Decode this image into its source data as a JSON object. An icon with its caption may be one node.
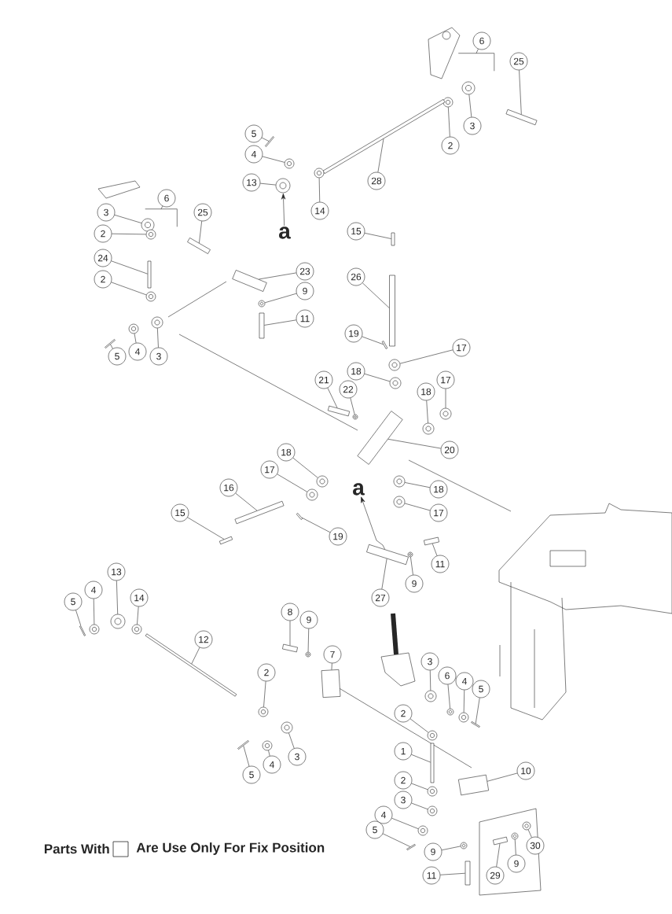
{
  "diagram": {
    "nodes": [
      {
        "text": [
          "6"
        ]
      },
      {
        "text": [
          "25"
        ]
      },
      {
        "text": [
          "3"
        ]
      },
      {
        "text": [
          "2"
        ]
      },
      {
        "text": [
          "28"
        ]
      },
      {
        "text": [
          "5"
        ]
      },
      {
        "text": [
          "4"
        ]
      },
      {
        "text": [
          "13"
        ]
      },
      {
        "text": [
          "14"
        ]
      },
      {
        "text": [
          "6"
        ]
      },
      {
        "text": [
          "25"
        ]
      },
      {
        "text": [
          "3"
        ]
      },
      {
        "text": [
          "2"
        ]
      },
      {
        "text": [
          "24"
        ]
      },
      {
        "text": [
          "2"
        ]
      },
      {
        "text": [
          "5"
        ]
      },
      {
        "text": [
          "4"
        ]
      },
      {
        "text": [
          "3"
        ]
      },
      {
        "text": [
          "23"
        ]
      },
      {
        "text": [
          "9"
        ]
      },
      {
        "text": [
          "11"
        ]
      },
      {
        "text": [
          "15"
        ]
      },
      {
        "text": [
          "26"
        ]
      },
      {
        "text": [
          "19"
        ]
      },
      {
        "text": [
          "17"
        ]
      },
      {
        "text": [
          "18"
        ]
      },
      {
        "text": [
          "21"
        ]
      },
      {
        "text": [
          "22"
        ]
      },
      {
        "text": [
          "18"
        ]
      },
      {
        "text": [
          "17"
        ]
      },
      {
        "text": [
          "20"
        ]
      },
      {
        "text": [
          "18"
        ]
      },
      {
        "text": [
          "17"
        ]
      },
      {
        "text": [
          "16"
        ]
      },
      {
        "text": [
          "15"
        ]
      },
      {
        "text": [
          "19"
        ]
      },
      {
        "text": [
          "18"
        ]
      },
      {
        "text": [
          "17"
        ]
      },
      {
        "text": [
          "11"
        ]
      },
      {
        "text": [
          "9"
        ]
      },
      {
        "text": [
          "27"
        ]
      },
      {
        "text": [
          "5"
        ]
      },
      {
        "text": [
          "4"
        ]
      },
      {
        "text": [
          "13"
        ]
      },
      {
        "text": [
          "14"
        ]
      },
      {
        "text": [
          "12"
        ]
      },
      {
        "text": [
          "8"
        ]
      },
      {
        "text": [
          "9"
        ]
      },
      {
        "text": [
          "7"
        ]
      },
      {
        "text": [
          "2"
        ]
      },
      {
        "text": [
          "5"
        ]
      },
      {
        "text": [
          "4"
        ]
      },
      {
        "text": [
          "3"
        ]
      },
      {
        "text": [
          "3"
        ]
      },
      {
        "text": [
          "6"
        ]
      },
      {
        "text": [
          "4"
        ]
      },
      {
        "text": [
          "5"
        ]
      },
      {
        "text": [
          "2"
        ]
      },
      {
        "text": [
          "1"
        ]
      },
      {
        "text": [
          "10"
        ]
      },
      {
        "text": [
          "2"
        ]
      },
      {
        "text": [
          "3"
        ]
      },
      {
        "text": [
          "4"
        ]
      },
      {
        "text": [
          "5"
        ]
      },
      {
        "text": [
          "9"
        ]
      },
      {
        "text": [
          "11"
        ]
      },
      {
        "text": [
          "30"
        ]
      },
      {
        "text": [
          "9"
        ]
      },
      {
        "text": [
          "29"
        ]
      },
      {
        "text": [
          "a"
        ]
      },
      {
        "text": [
          "a"
        ]
      },
      {
        "text": [],
        "shape": "bracket"
      },
      {
        "text": [],
        "shape": "bar"
      },
      {
        "text": [],
        "shape": "circle"
      },
      {
        "text": [],
        "shape": "circle"
      },
      {
        "text": [],
        "shape": "bar"
      },
      {
        "text": [],
        "shape": "bar"
      },
      {
        "text": [],
        "shape": "circle"
      },
      {
        "text": [],
        "shape": "circle"
      },
      {
        "text": [],
        "shape": "circle"
      },
      {
        "text": [],
        "shape": "bracket"
      },
      {
        "text": [],
        "shape": "bar"
      },
      {
        "text": [],
        "shape": "circle"
      },
      {
        "text": [],
        "shape": "circle"
      },
      {
        "text": [],
        "shape": "bar"
      },
      {
        "text": [],
        "shape": "circle"
      },
      {
        "text": [],
        "shape": "bar"
      },
      {
        "text": [],
        "shape": "circle"
      },
      {
        "text": [],
        "shape": "circle"
      },
      {
        "text": [],
        "shape": "bar"
      },
      {
        "text": [],
        "shape": "circle"
      },
      {
        "text": [],
        "shape": "bar"
      },
      {
        "text": [],
        "shape": "bar"
      },
      {
        "text": [],
        "shape": "bar"
      },
      {
        "text": [],
        "shape": "bar"
      },
      {
        "text": [],
        "shape": "circle"
      },
      {
        "text": [],
        "shape": "circle"
      },
      {
        "text": [],
        "shape": "bar"
      },
      {
        "text": [],
        "shape": "circle"
      },
      {
        "text": [],
        "shape": "circle"
      },
      {
        "text": [],
        "shape": "circle"
      },
      {
        "text": [],
        "shape": "bar"
      },
      {
        "text": [],
        "shape": "circle"
      },
      {
        "text": [],
        "shape": "circle"
      },
      {
        "text": [],
        "shape": "bar"
      },
      {
        "text": [],
        "shape": "bar"
      },
      {
        "text": [],
        "shape": "bar"
      },
      {
        "text": [],
        "shape": "circle"
      },
      {
        "text": [],
        "shape": "circle"
      },
      {
        "text": [],
        "shape": "bar"
      },
      {
        "text": [],
        "shape": "circle"
      },
      {
        "text": [],
        "shape": "bar"
      },
      {
        "text": [],
        "shape": "bar"
      },
      {
        "text": [],
        "shape": "circle"
      },
      {
        "text": [],
        "shape": "circle"
      },
      {
        "text": [],
        "shape": "circle"
      },
      {
        "text": [],
        "shape": "bar"
      },
      {
        "text": [],
        "shape": "bar"
      },
      {
        "text": [],
        "shape": "circle"
      },
      {
        "text": [],
        "shape": "bar"
      },
      {
        "text": [],
        "shape": "circle"
      },
      {
        "text": [],
        "shape": "bar"
      },
      {
        "text": [],
        "shape": "circle"
      },
      {
        "text": [],
        "shape": "circle"
      },
      {
        "text": [],
        "shape": "circle"
      },
      {
        "text": [],
        "shape": "circle"
      },
      {
        "text": [],
        "shape": "circle"
      },
      {
        "text": [],
        "shape": "bar"
      },
      {
        "text": [],
        "shape": "circle"
      },
      {
        "text": [],
        "shape": "bar"
      },
      {
        "text": [],
        "shape": "bar"
      },
      {
        "text": [],
        "shape": "circle"
      },
      {
        "text": [],
        "shape": "circle"
      },
      {
        "text": [],
        "shape": "circle"
      },
      {
        "text": [],
        "shape": "bar"
      },
      {
        "text": [],
        "shape": "circle"
      },
      {
        "text": [],
        "shape": "bar"
      },
      {
        "text": [],
        "shape": "circle"
      },
      {
        "text": [],
        "shape": "circle"
      },
      {
        "text": [],
        "shape": "bar"
      }
    ],
    "edges": [
      {
        "from": 0,
        "to": 71,
        "arrow": "none"
      },
      {
        "from": 1,
        "to": 72,
        "arrow": "none"
      },
      {
        "from": 2,
        "to": 73,
        "arrow": "none"
      },
      {
        "from": 3,
        "to": 74,
        "arrow": "none"
      },
      {
        "from": 4,
        "to": 75,
        "arrow": "none"
      },
      {
        "from": 5,
        "to": 76,
        "arrow": "none"
      },
      {
        "from": 6,
        "to": 77,
        "arrow": "none"
      },
      {
        "from": 7,
        "to": 78,
        "arrow": "none"
      },
      {
        "from": 8,
        "to": 79,
        "arrow": "none"
      },
      {
        "from": 9,
        "to": 80,
        "arrow": "none"
      },
      {
        "from": 10,
        "to": 81,
        "arrow": "none"
      },
      {
        "from": 11,
        "to": 82,
        "arrow": "none"
      },
      {
        "from": 12,
        "to": 83,
        "arrow": "none"
      },
      {
        "from": 13,
        "to": 84,
        "arrow": "none"
      },
      {
        "from": 14,
        "to": 85,
        "arrow": "none"
      },
      {
        "from": 15,
        "to": 86,
        "arrow": "none"
      },
      {
        "from": 16,
        "to": 87,
        "arrow": "none"
      },
      {
        "from": 17,
        "to": 88,
        "arrow": "none"
      },
      {
        "from": 18,
        "to": 89,
        "arrow": "none"
      },
      {
        "from": 19,
        "to": 90,
        "arrow": "none"
      },
      {
        "from": 20,
        "to": 91,
        "arrow": "none"
      },
      {
        "from": 21,
        "to": 92,
        "arrow": "none"
      },
      {
        "from": 22,
        "to": 93,
        "arrow": "none"
      },
      {
        "from": 23,
        "to": 94,
        "arrow": "none"
      },
      {
        "from": 24,
        "to": 95,
        "arrow": "none"
      },
      {
        "from": 25,
        "to": 96,
        "arrow": "none"
      },
      {
        "from": 26,
        "to": 97,
        "arrow": "none"
      },
      {
        "from": 27,
        "to": 98,
        "arrow": "none"
      },
      {
        "from": 28,
        "to": 99,
        "arrow": "none"
      },
      {
        "from": 29,
        "to": 100,
        "arrow": "none"
      },
      {
        "from": 30,
        "to": 101,
        "arrow": "none"
      },
      {
        "from": 31,
        "to": 102,
        "arrow": "none"
      },
      {
        "from": 32,
        "to": 103,
        "arrow": "none"
      },
      {
        "from": 33,
        "to": 104,
        "arrow": "none"
      },
      {
        "from": 34,
        "to": 105,
        "arrow": "none"
      },
      {
        "from": 35,
        "to": 106,
        "arrow": "none"
      },
      {
        "from": 36,
        "to": 107,
        "arrow": "none"
      },
      {
        "from": 37,
        "to": 108,
        "arrow": "none"
      },
      {
        "from": 38,
        "to": 109,
        "arrow": "none"
      },
      {
        "from": 39,
        "to": 110,
        "arrow": "none"
      },
      {
        "from": 40,
        "to": 111,
        "arrow": "none"
      },
      {
        "from": 41,
        "to": 112,
        "arrow": "none"
      },
      {
        "from": 42,
        "to": 113,
        "arrow": "none"
      },
      {
        "from": 43,
        "to": 114,
        "arrow": "none"
      },
      {
        "from": 44,
        "to": 115,
        "arrow": "none"
      },
      {
        "from": 45,
        "to": 116,
        "arrow": "none"
      },
      {
        "from": 46,
        "to": 117,
        "arrow": "none"
      },
      {
        "from": 47,
        "to": 118,
        "arrow": "none"
      },
      {
        "from": 48,
        "to": 119,
        "arrow": "none"
      },
      {
        "from": 49,
        "to": 120,
        "arrow": "none"
      },
      {
        "from": 50,
        "to": 121,
        "arrow": "none"
      },
      {
        "from": 51,
        "to": 122,
        "arrow": "none"
      },
      {
        "from": 52,
        "to": 123,
        "arrow": "none"
      },
      {
        "from": 53,
        "to": 124,
        "arrow": "none"
      },
      {
        "from": 54,
        "to": 125,
        "arrow": "none"
      },
      {
        "from": 55,
        "to": 126,
        "arrow": "none"
      },
      {
        "from": 56,
        "to": 127,
        "arrow": "none"
      },
      {
        "from": 57,
        "to": 128,
        "arrow": "none"
      },
      {
        "from": 58,
        "to": 129,
        "arrow": "none"
      },
      {
        "from": 59,
        "to": 130,
        "arrow": "none"
      },
      {
        "from": 60,
        "to": 131,
        "arrow": "none"
      },
      {
        "from": 61,
        "to": 132,
        "arrow": "none"
      },
      {
        "from": 62,
        "to": 133,
        "arrow": "none"
      },
      {
        "from": 63,
        "to": 134,
        "arrow": "none"
      },
      {
        "from": 64,
        "to": 135,
        "arrow": "none"
      },
      {
        "from": 65,
        "to": 136,
        "arrow": "none"
      },
      {
        "from": 66,
        "to": 137,
        "arrow": "none"
      },
      {
        "from": 67,
        "to": 138,
        "arrow": "none"
      },
      {
        "from": 68,
        "to": 139,
        "arrow": "none"
      },
      {
        "from": 69,
        "to": 78,
        "arrow": "to"
      },
      {
        "from": 111,
        "to": 70,
        "arrow": "to"
      }
    ],
    "labels": [
      "Parts With",
      "Are Use Only For Fix Position"
    ]
  }
}
